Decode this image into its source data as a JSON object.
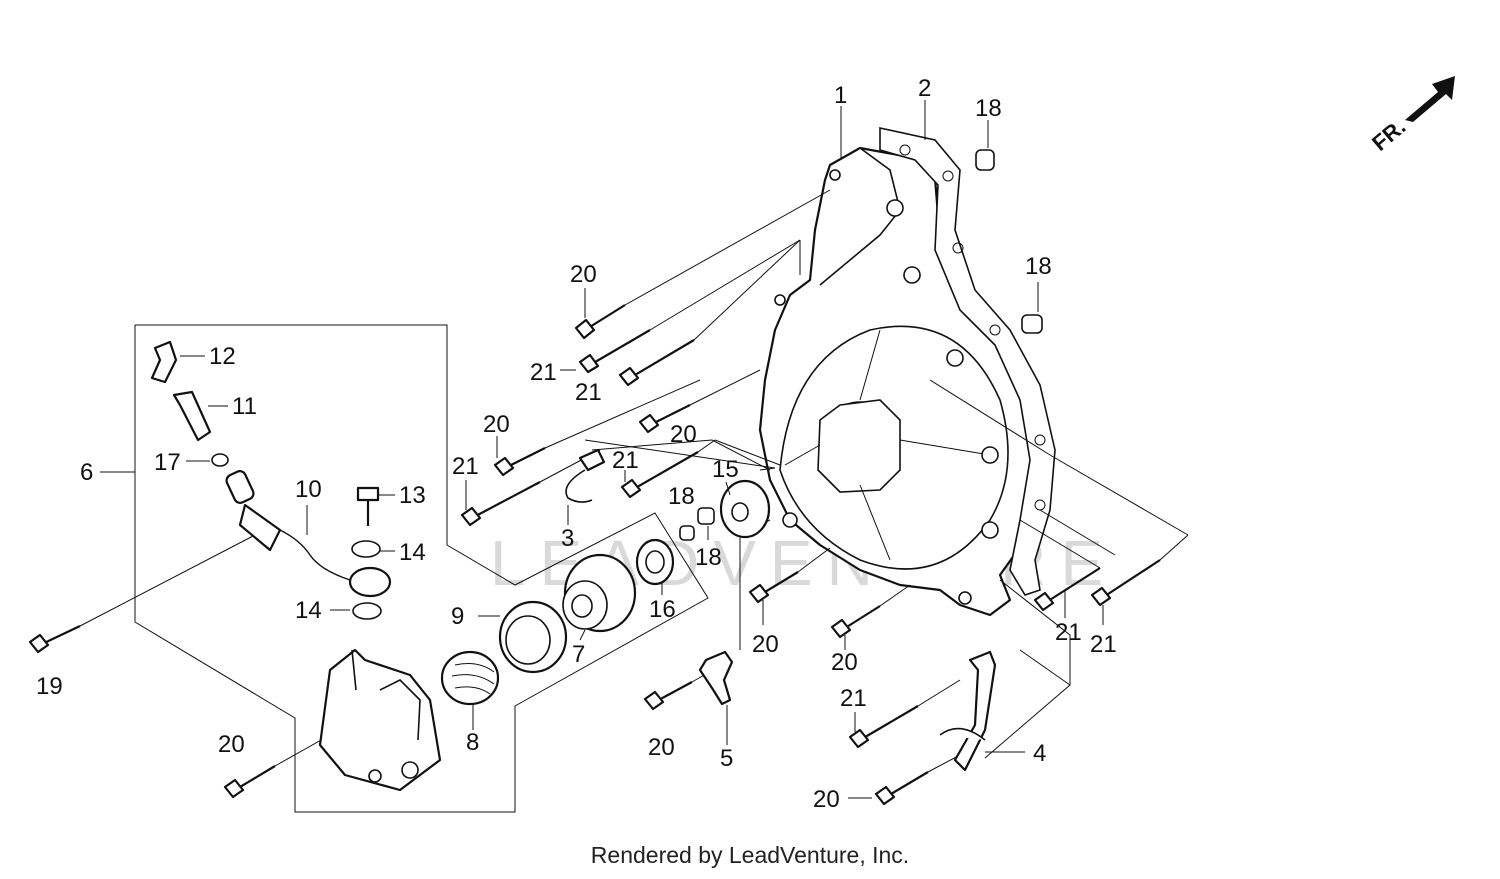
{
  "footer": "Rendered by LeadVenture, Inc.",
  "watermark": "LEADVENTURE",
  "direction_indicator": "FR.",
  "callouts": [
    "1",
    "2",
    "18",
    "18",
    "20",
    "21",
    "21",
    "20",
    "21",
    "20",
    "21",
    "3",
    "15",
    "18",
    "18",
    "16",
    "7",
    "9",
    "12",
    "11",
    "17",
    "6",
    "10",
    "13",
    "14",
    "14",
    "19",
    "8",
    "20",
    "5",
    "20",
    "20",
    "20",
    "21",
    "21",
    "21",
    "4",
    "20"
  ]
}
